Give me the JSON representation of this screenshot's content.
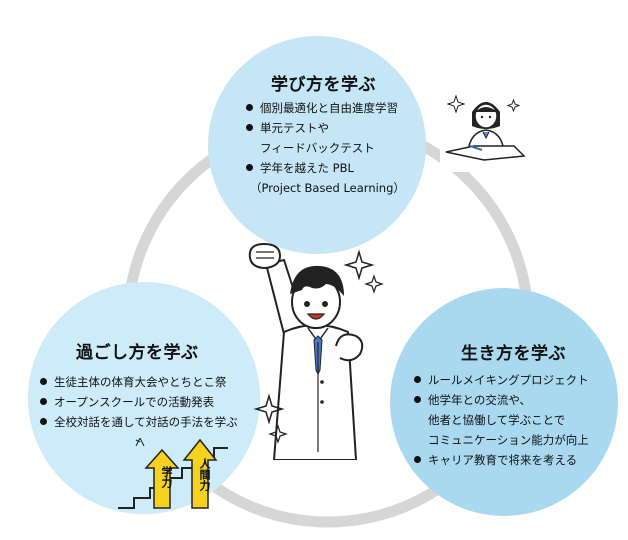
{
  "sections": {
    "top": {
      "title": "学び方を学ぶ",
      "items": [
        "個別最適化と自由進度学習",
        "単元テストや",
        "フィードバックテスト",
        "学年を越えた PBL",
        "（Project Based Learning）"
      ]
    },
    "left": {
      "title": "過ごし方を学ぶ",
      "items": [
        "生徒主体の体育大会やとちとこ祭",
        "オープンスクールでの活動発表",
        "全校対話を通して対話の手法を学ぶ"
      ]
    },
    "right": {
      "title": "生き方を学ぶ",
      "items": [
        "ルールメイキングプロジェクト",
        "他学年との交流や、",
        "他者と協働して学ぶことで",
        "コミュニケーション能力が向上",
        "キャリア教育で将来を考える"
      ]
    }
  },
  "arrows": {
    "left_label": "学力",
    "right_label": "人間力"
  },
  "colors": {
    "circle_top": "#c4e6f7",
    "circle_left": "#cdebf8",
    "circle_right": "#a9d9f0",
    "ring": "#d6d6d6",
    "arrow_fill": "#f5d21e"
  },
  "icons": {
    "center": "cheering-student-illustration",
    "top_right": "studying-girl-illustration",
    "bottom_left": "growth-stairs-arrows-illustration"
  }
}
